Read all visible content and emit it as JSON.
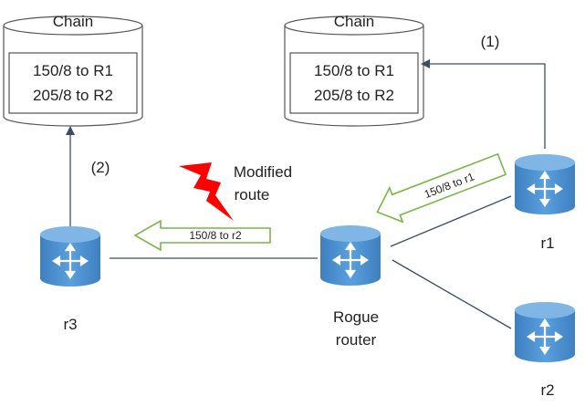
{
  "databases": [
    {
      "title": "Chain",
      "entries": [
        "150/8 to R1",
        "205/8 to R2"
      ]
    },
    {
      "title": "Chain",
      "entries": [
        "150/8 to R1",
        "205/8 to R2"
      ]
    }
  ],
  "routers": {
    "r1": {
      "label": "r1"
    },
    "r2": {
      "label": "r2"
    },
    "r3": {
      "label": "r3"
    },
    "rogue": {
      "label_line1": "Rogue",
      "label_line2": "router"
    }
  },
  "steps": {
    "step1": "(1)",
    "step2": "(2)"
  },
  "messages": {
    "announce": "150/8 to r1",
    "forwarded": "150/8 to r2"
  },
  "attack": {
    "line1": "Modified",
    "line2": "route",
    "icon": "lightning-bolt-icon"
  },
  "colors": {
    "router_fill": "#4f93d2",
    "router_top": "#7fb6e6",
    "arrow_border": "#7ab648",
    "bolt": "#ff0000",
    "line": "#3a4d63"
  }
}
